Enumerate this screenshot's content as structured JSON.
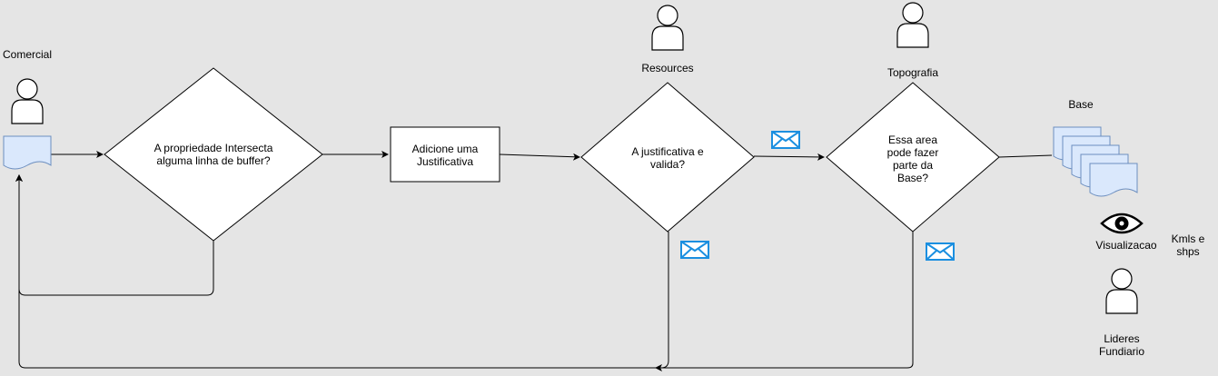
{
  "actors": {
    "comercial": "Comercial",
    "resources": "Resources",
    "topografia": "Topografia",
    "lideres": "Lideres\nFundiario"
  },
  "decisions": {
    "intersecta": "A propriedade Intersecta\nalguma linha de buffer?",
    "justificativa_valida": "A justificativa e\nvalida?",
    "base": "Essa area\npode fazer\nparte da\nBase?"
  },
  "process": {
    "adicione": "Adicione uma\nJustificativa"
  },
  "outputs": {
    "base": "Base",
    "visualizacao": "Visualizacao",
    "kmls": "Kmls e\nshps"
  },
  "colors": {
    "background": "#e5e5e5",
    "document_fill": "#dae8fc",
    "document_stroke": "#6c8ebf",
    "envelope": "#1b8fe0"
  },
  "icons": [
    "person-icon",
    "document-icon",
    "envelope-icon",
    "eye-icon",
    "stacked-documents-icon"
  ]
}
